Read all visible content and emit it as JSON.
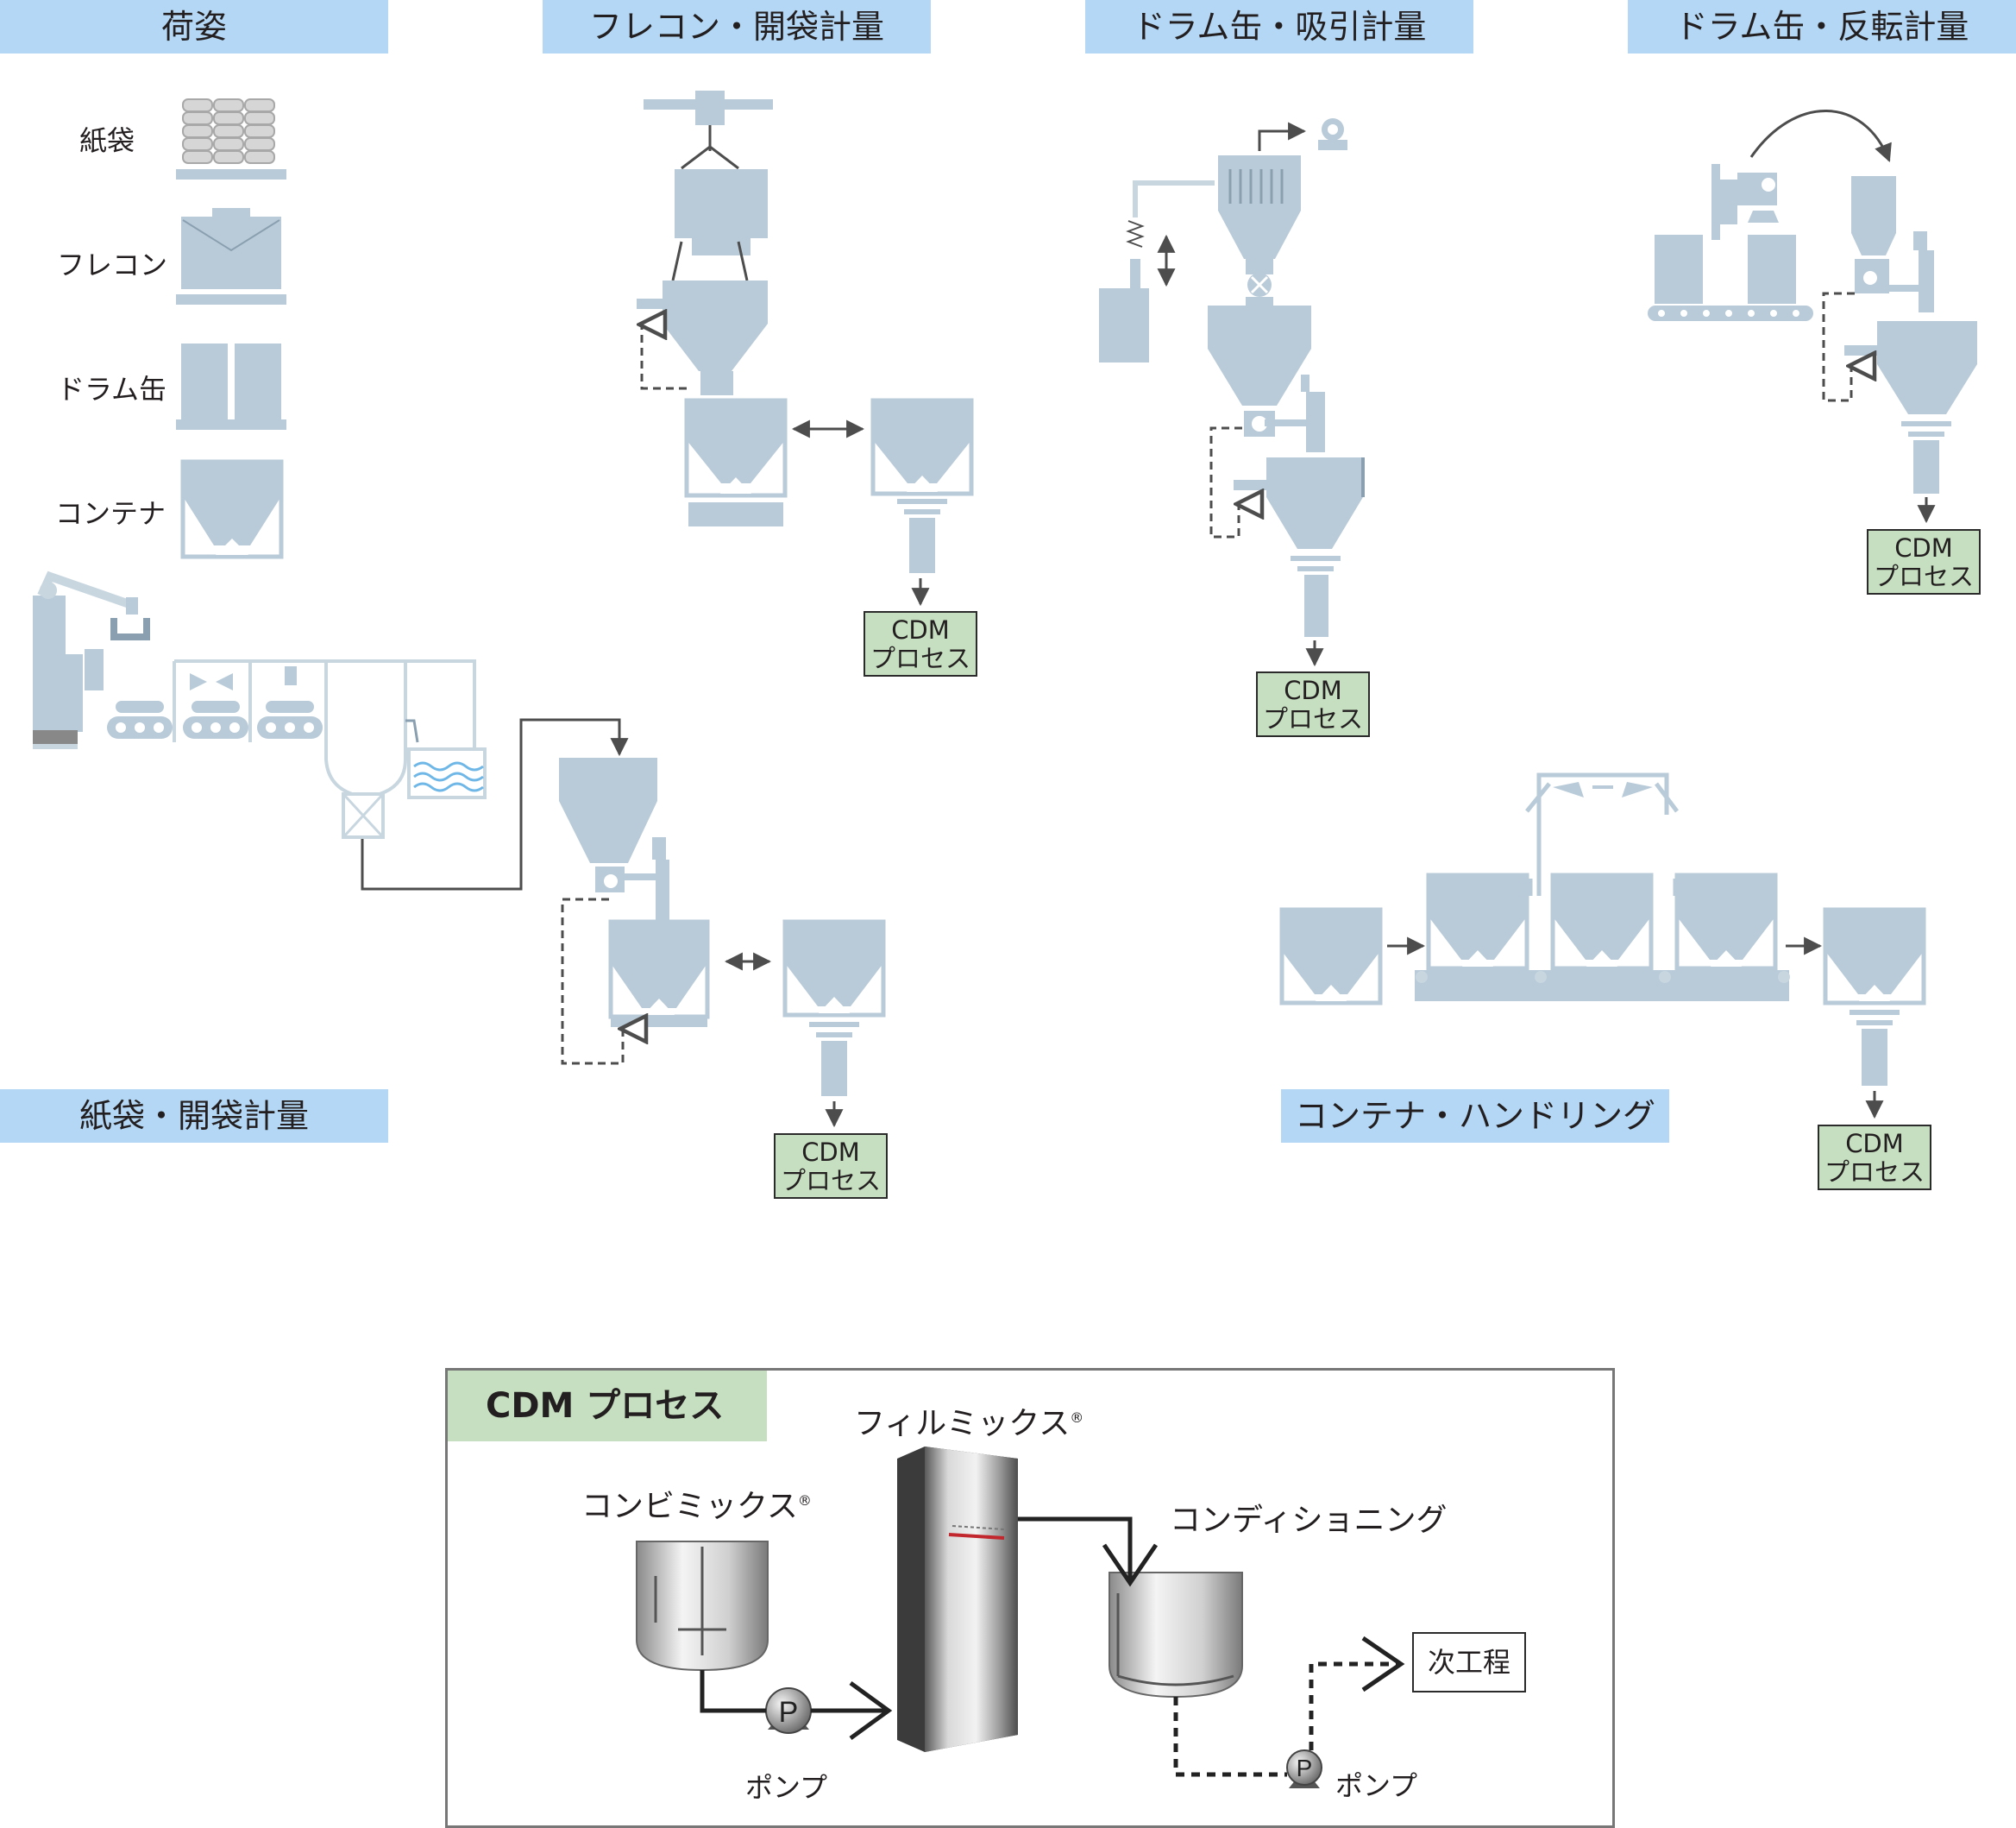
{
  "headers": {
    "packaging": "荷姿",
    "flexible_container": "フレコン・開袋計量",
    "drum_suction": "ドラム缶・吸引計量",
    "drum_inversion": "ドラム缶・反転計量",
    "paper_bag": "紙袋・開袋計量",
    "container_handling": "コンテナ・ハンドリング"
  },
  "packaging_items": [
    "紙袋",
    "フレコン",
    "ドラム缶",
    "コンテナ"
  ],
  "cdm_box": {
    "line1": "CDM",
    "line2": "プロセス"
  },
  "cdm_process": {
    "title": "CDM プロセス",
    "combimix": "コンビミックス",
    "filmix": "フィルミックス",
    "registered": "®",
    "conditioning": "コンディショニング",
    "pump_left": "ポンプ",
    "pump_right": "ポンプ",
    "pump_symbol": "P",
    "next_step": "次工程"
  },
  "colors": {
    "header_bg": "#b3d7f4",
    "cdm_bg": "#c6dfc0",
    "equipment": "#b9cbd8",
    "equipment_light": "#d8e3ea",
    "line": "#4d4d4d",
    "water": "#6fb7e6",
    "filmix_red": "#c1272d"
  }
}
